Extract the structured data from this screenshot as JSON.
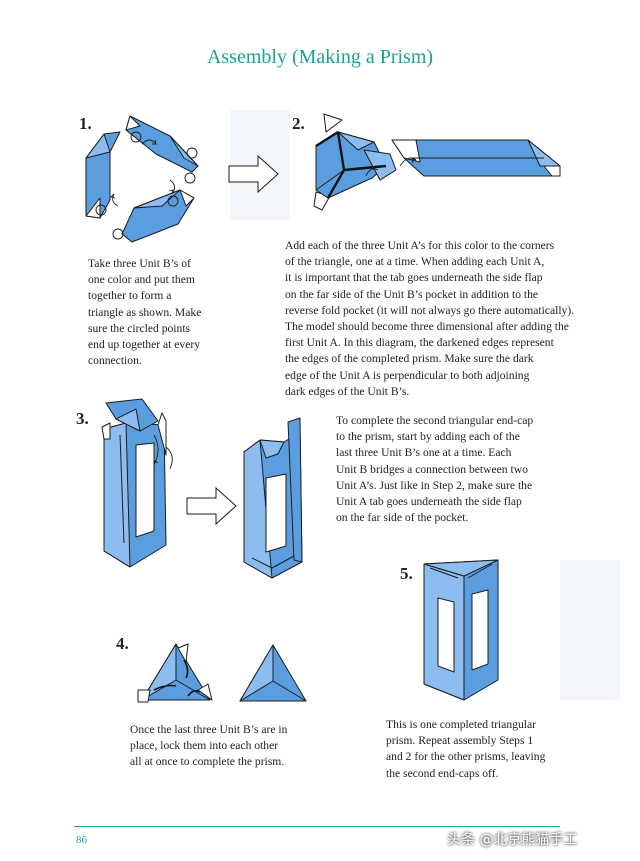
{
  "title": "Assembly (Making a Prism)",
  "steps": [
    {
      "num": "1.",
      "caption": "Take three Unit B’s of\none color and put them\ntogether to form a\ntriangle as shown.  Make\nsure the circled points\nend up together at every\nconnection."
    },
    {
      "num": "2.",
      "caption": "Add each of the three Unit A’s for this color to the corners\nof the triangle, one at a time.  When adding each Unit A,\nit is important that the tab goes underneath the side flap\non the far side of the Unit B’s pocket in addition to the\nreverse fold pocket (it will not always go there automatically).\nThe model should become three dimensional after adding the\nfirst Unit A.  In this diagram, the darkened edges represent\nthe edges of the completed prism.  Make sure the dark\nedge of the Unit A is perpendicular to both adjoining\ndark edges of the Unit B’s."
    },
    {
      "num": "3.",
      "caption": "To complete the second triangular end-cap\nto the prism, start by adding each of the\nlast three Unit B’s one at a time.  Each\nUnit B bridges a connection between two\nUnit A’s.  Just like in Step 2, make sure the\nUnit A tab goes underneath the side flap\non the far side of the pocket."
    },
    {
      "num": "4.",
      "caption": "Once the last three Unit B’s are in\nplace, lock them into each other\nall at once to complete the prism."
    },
    {
      "num": "5.",
      "caption": "This is one completed triangular\nprism.  Repeat assembly Steps 1\nand 2 for the other prisms, leaving\nthe second end-caps off."
    }
  ],
  "footer": {
    "page_number": "86",
    "watermark": "头条 @北京熊猫手工"
  },
  "colors": {
    "paper": "#5b9ee0",
    "paper_light": "#8dbdf0",
    "title": "#1aa395",
    "line": "#1c1c1c"
  }
}
